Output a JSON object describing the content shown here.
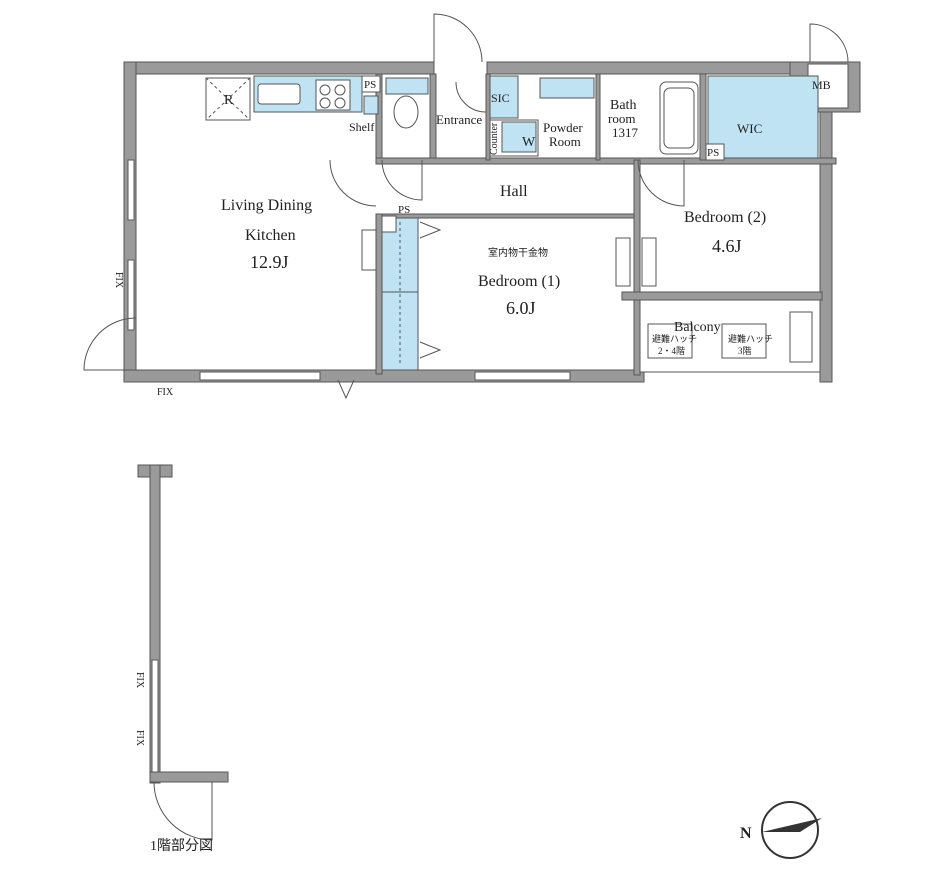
{
  "rooms": {
    "ldk_line1": "Living Dining",
    "ldk_line2": "Kitchen",
    "ldk_size": "12.9J",
    "bedroom1": "Bedroom (1)",
    "bedroom1_size": "6.0J",
    "bedroom2": "Bedroom (2)",
    "bedroom2_size": "4.6J",
    "hall": "Hall",
    "entrance": "Entrance",
    "sic": "SIC",
    "powder_line1": "Powder",
    "powder_line2": "Room",
    "bath_line1": "Bath",
    "bath_line2": "room",
    "bath_size": "1317",
    "wic": "WIC",
    "balcony": "Balcony",
    "mb": "MB"
  },
  "labels": {
    "ps_kitchen": "PS",
    "ps_wic": "PS",
    "ps_bedroom": "PS",
    "shelf": "Shelf",
    "counter": "Counter",
    "washer": "W",
    "refrigerator": "R",
    "fix_left": "FIX",
    "fix_bottom": "FIX",
    "fix_lower1": "FIX",
    "fix_lower2": "FIX",
    "indoor_drying": "室内物干金物",
    "hatch1": "避難ハッチ",
    "hatch1_floors": "2・4階",
    "hatch2": "避難ハッチ",
    "hatch2_floors": "3階",
    "first_floor_part": "1階部分図",
    "north": "N"
  }
}
